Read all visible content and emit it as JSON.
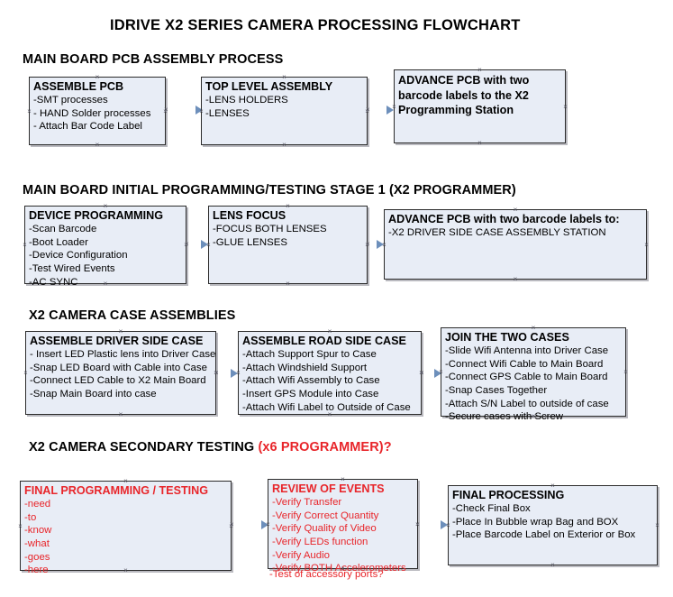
{
  "document": {
    "title": "IDRIVE X2  SERIES CAMERA PROCESSING FLOWCHART",
    "accent_color": "#e8252a",
    "node_fill": "#e8edf6",
    "node_border": "#2b2b2b",
    "connector_color": "#8fa8c4"
  },
  "sections": [
    {
      "id": "main-board-pcb-assembly",
      "heading": "MAIN BOARD PCB ASSEMBLY PROCESS",
      "heading_accent": "",
      "nodes": [
        {
          "id": "assemble-pcb",
          "title": "ASSEMBLE PCB",
          "lines": [
            "-SMT processes",
            "- HAND Solder processes",
            "- Attach Bar Code Label"
          ],
          "red": false
        },
        {
          "id": "top-level-assembly",
          "title": "TOP LEVEL ASSEMBLY",
          "lines": [
            "-LENS HOLDERS",
            "-LENSES"
          ],
          "red": false
        },
        {
          "id": "advance-pcb-programming-station",
          "title": "ADVANCE PCB with two barcode labels to the  X2 Programming Station",
          "lines": [],
          "red": false
        }
      ]
    },
    {
      "id": "main-board-initial-programming",
      "heading": "MAIN BOARD INITIAL PROGRAMMING/TESTING STAGE 1 (X2 PROGRAMMER)",
      "heading_accent": "",
      "nodes": [
        {
          "id": "device-programming",
          "title": "DEVICE PROGRAMMING",
          "lines": [
            "-Scan Barcode",
            "-Boot Loader",
            "-Device Configuration",
            "-Test Wired Events",
            "-AC SYNC"
          ],
          "red": false
        },
        {
          "id": "lens-focus",
          "title": "LENS FOCUS",
          "lines": [
            "-FOCUS BOTH LENSES",
            "-GLUE LENSES"
          ],
          "red": false
        },
        {
          "id": "advance-pcb-driver-side-case",
          "title": "ADVANCE PCB with two barcode labels to:",
          "lines": [
            "-X2 DRIVER  SIDE  CASE  ASSEMBLY STATION"
          ],
          "red": false
        }
      ]
    },
    {
      "id": "x2-camera-case-assemblies",
      "heading": "X2 CAMERA CASE ASSEMBLIES",
      "heading_accent": "",
      "nodes": [
        {
          "id": "assemble-driver-side-case",
          "title": "ASSEMBLE DRIVER SIDE CASE",
          "lines": [
            "- Insert LED Plastic lens into Driver Case",
            "-Snap LED Board with Cable into Case",
            "-Connect LED Cable to X2 Main Board",
            "-Snap Main Board into case"
          ],
          "red": false
        },
        {
          "id": "assemble-road-side-case",
          "title": "ASSEMBLE ROAD SIDE CASE",
          "lines": [
            "-Attach Support Spur to Case",
            "-Attach Windshield Support",
            "-Attach Wifi Assembly to Case",
            "-Insert GPS Module into Case",
            "-Attach Wifi Label to Outside of Case"
          ],
          "red": false
        },
        {
          "id": "join-the-two-cases",
          "title": "JOIN THE TWO CASES",
          "lines": [
            "-Slide Wifi Antenna into Driver Case",
            "-Connect Wifi Cable to Main Board",
            "-Connect GPS Cable to Main Board",
            "-Snap Cases Together",
            "-Attach S/N Label to outside of case",
            "-Secure cases with Screw"
          ],
          "red": false
        }
      ]
    },
    {
      "id": "x2-camera-secondary-testing",
      "heading": "X2 CAMERA SECONDARY TESTING ",
      "heading_accent": "(x6 PROGRAMMER)?",
      "nodes": [
        {
          "id": "final-programming-testing",
          "title": "FINAL PROGRAMMING / TESTING",
          "lines": [
            "-need",
            "-to",
            "-know",
            "-what",
            "-goes",
            "-here"
          ],
          "red": true
        },
        {
          "id": "review-of-events",
          "title": "REVIEW OF EVENTS",
          "lines": [
            "-Verify Transfer",
            "-Verify Correct Quantity",
            "-Verify Quality of Video",
            "-Verify LEDs function",
            "-Verify Audio",
            "-Verify BOTH Accelerometers"
          ],
          "overflow_line": "-Test of accessory ports?",
          "red": true
        },
        {
          "id": "final-processing",
          "title": "FINAL PROCESSING",
          "lines": [
            " -Check Final Box",
            "-Place In Bubble wrap Bag and BOX",
            "-Place Barcode Label on Exterior or Box"
          ],
          "red": false
        }
      ]
    }
  ]
}
